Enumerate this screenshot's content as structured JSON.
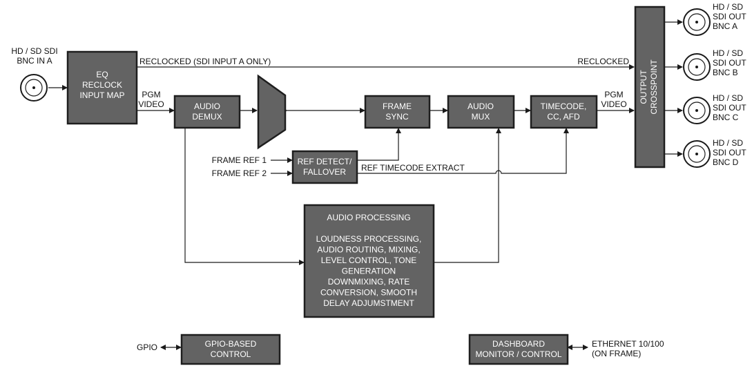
{
  "input": {
    "label_lines": [
      "HD / SD SDI",
      "BNC IN A"
    ],
    "icon": "bnc-connector"
  },
  "signals": {
    "reclocked_top": "RECLOCKED (SDI INPUT A ONLY)",
    "reclocked_right": "RECLOCKED",
    "pgm_video_left": [
      "PGM",
      "VIDEO"
    ],
    "pgm_video_right": [
      "PGM",
      "VIDEO"
    ],
    "frame_ref_1": "FRAME REF 1",
    "frame_ref_2": "FRAME REF 2",
    "ref_timecode": "REF TIMECODE EXTRACT",
    "gpio": "GPIO",
    "ethernet": [
      "ETHERNET 10/100",
      "(ON FRAME)"
    ]
  },
  "blocks": {
    "eq_reclock": [
      "EQ",
      "RECLOCK",
      "INPUT MAP"
    ],
    "audio_demux": [
      "AUDIO",
      "DEMUX"
    ],
    "frame_sync": [
      "FRAME",
      "SYNC"
    ],
    "audio_mux": [
      "AUDIO",
      "MUX"
    ],
    "timecode": [
      "TIMECODE,",
      "CC, AFD"
    ],
    "ref_detect": [
      "REF DETECT/",
      "FALLOVER"
    ],
    "audio_processing": [
      "AUDIO PROCESSING",
      "",
      "LOUDNESS PROCESSING,",
      "AUDIO ROUTING, MIXING,",
      "LEVEL CONTROL, TONE",
      "GENERATION",
      "DOWNMIXING, RATE",
      "CONVERSION, SMOOTH",
      "DELAY ADJUMSTMENT"
    ],
    "gpio_control": [
      "GPIO-BASED",
      "CONTROL"
    ],
    "dashboard": [
      "DASHBOARD",
      "MONITOR / CONTROL"
    ],
    "output_crosspoint": [
      "OUTPUT",
      "CROSSPOINT"
    ]
  },
  "outputs": [
    {
      "label_lines": [
        "HD / SD",
        "SDI OUT",
        "BNC A"
      ],
      "icon": "bnc-connector"
    },
    {
      "label_lines": [
        "HD / SD",
        "SDI OUT",
        "BNC B"
      ],
      "icon": "bnc-connector"
    },
    {
      "label_lines": [
        "HD / SD",
        "SDI OUT",
        "BNC C"
      ],
      "icon": "bnc-connector"
    },
    {
      "label_lines": [
        "HD / SD",
        "SDI OUT",
        "BNC D"
      ],
      "icon": "bnc-connector"
    }
  ],
  "colors": {
    "block_fill": "#636363",
    "block_border": "#1e1e1e",
    "line": "#1a1a1a",
    "text_on_block": "#ffffff"
  }
}
